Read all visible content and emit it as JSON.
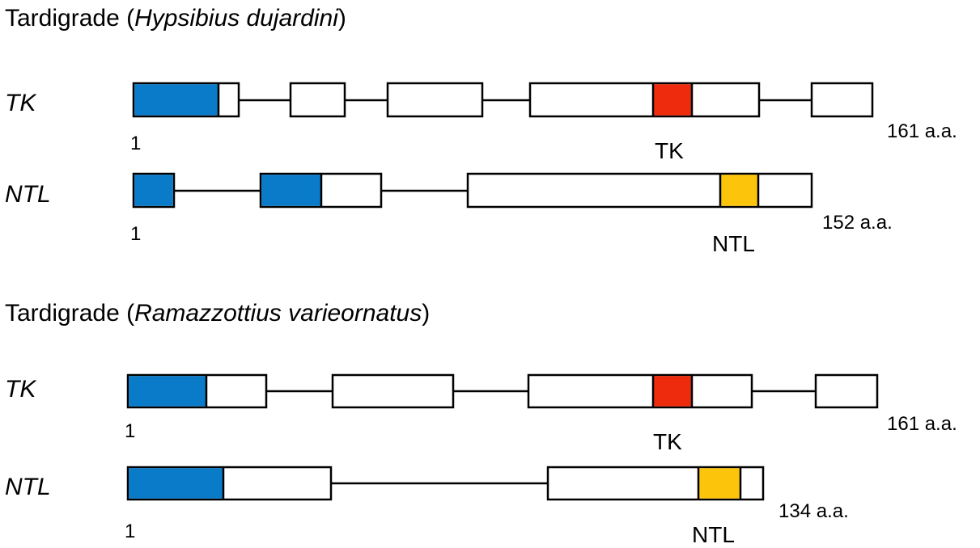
{
  "colors": {
    "blue": "#0a7bc9",
    "red": "#ee2b0c",
    "yellow": "#fcc40a"
  },
  "sections": [
    {
      "title_prefix": "Tardigrade (",
      "species": "Hypsibius dujardini",
      "title_suffix": ")",
      "genes": [
        {
          "name": "TK",
          "start_label": "1",
          "end_label": "161 a.a.",
          "domain_label": "TK",
          "domain_color": "red"
        },
        {
          "name": "NTL",
          "start_label": "1",
          "end_label": "152 a.a.",
          "domain_label": "NTL",
          "domain_color": "yellow"
        }
      ]
    },
    {
      "title_prefix": "Tardigrade (",
      "species": "Ramazzottius varieornatus",
      "title_suffix": ")",
      "genes": [
        {
          "name": "TK",
          "start_label": "1",
          "end_label": "161 a.a.",
          "domain_label": "TK",
          "domain_color": "red"
        },
        {
          "name": "NTL",
          "start_label": "1",
          "end_label": "134 a.a.",
          "domain_label": "NTL",
          "domain_color": "yellow"
        }
      ]
    }
  ]
}
